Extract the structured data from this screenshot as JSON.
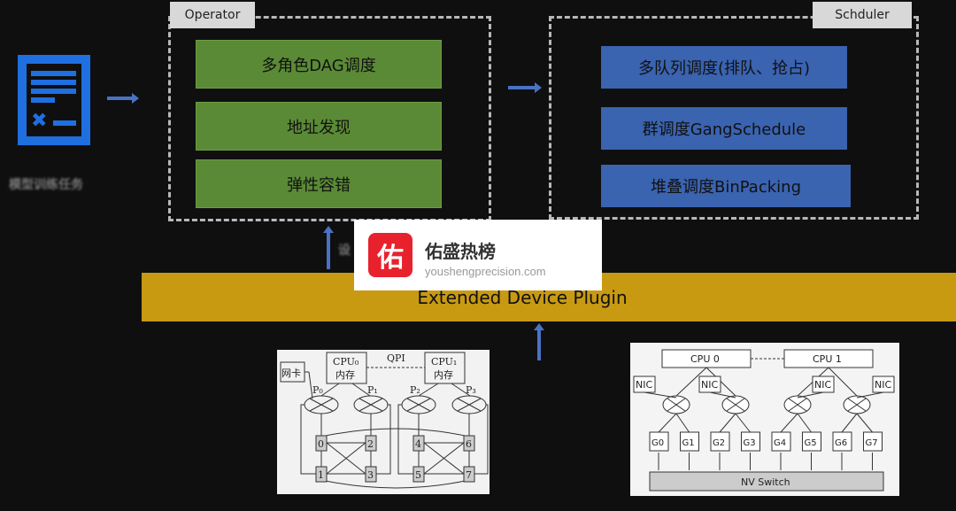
{
  "left": {
    "label": "模型训练任务"
  },
  "operator": {
    "title": "Operator",
    "items": [
      "多角色DAG调度",
      "地址发现",
      "弹性容错"
    ]
  },
  "scheduler": {
    "title": "Schduler",
    "items": [
      "多队列调度(排队、抢占)",
      "群调度GangSchedule",
      "堆叠调度BinPacking"
    ]
  },
  "plugin": {
    "label": "Extended Device Plugin",
    "side_label": "设"
  },
  "watermark": {
    "logo_char": "佑",
    "name": "佑盛热榜",
    "url": "youshengprecision.com"
  },
  "topo_left": {
    "nic": "网卡",
    "qpi": "QPI",
    "cpu0": "CPU₀",
    "cpu1": "CPU₁",
    "mem": "内存",
    "ports": [
      "P₀",
      "P₁",
      "P₂",
      "P₃"
    ],
    "gpus": [
      "0",
      "1",
      "2",
      "3",
      "4",
      "5",
      "6",
      "7"
    ]
  },
  "topo_right": {
    "cpus": [
      "CPU 0",
      "CPU 1"
    ],
    "nic": "NIC",
    "gpus": [
      "G0",
      "G1",
      "G2",
      "G3",
      "G4",
      "G5",
      "G6",
      "G7"
    ],
    "switch": "NV Switch"
  },
  "colors": {
    "green": "#5a8a35",
    "blue": "#3a63b0",
    "gold": "#c89a12"
  }
}
